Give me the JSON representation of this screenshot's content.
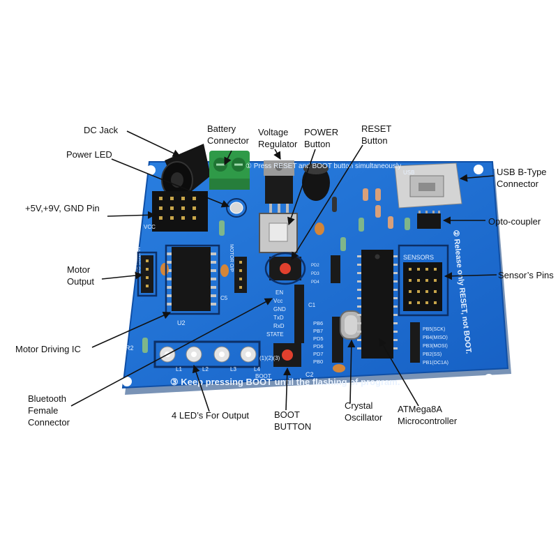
{
  "labels": {
    "dc_jack": "DC Jack",
    "power_led": "Power LED",
    "battery_connector": [
      "Battery",
      "Connector"
    ],
    "voltage_regulator": [
      "Voltage",
      "Regulator"
    ],
    "power_button": [
      "POWER",
      "Button"
    ],
    "reset_button": [
      "RESET",
      "Button"
    ],
    "usb_connector": [
      "USB B-Type",
      "Connector"
    ],
    "opto_coupler": "Opto-coupler",
    "power_pins": "+5V,+9V, GND Pin",
    "motor_output": [
      "Motor",
      "Output"
    ],
    "sensor_pins": "Sensor’s Pins",
    "motor_ic": "Motor Driving IC",
    "bluetooth": [
      "Bluetooth",
      "Female",
      "Connector"
    ],
    "leds_output": "4 LED’s For Output",
    "boot_button": [
      "BOOT",
      "BUTTON"
    ],
    "crystal": [
      "Crystal",
      "Oscillator"
    ],
    "mcu": [
      "ATMega8A",
      "Microcontroller"
    ]
  },
  "silkscreen": {
    "bottom_text": "③ Keep pressing BOOT until the flashing of program.",
    "right_text": "② Release only RESET, not BOOT.",
    "top_text": "① Press RESET and BOOT button simultaneously",
    "vcc": "VCC",
    "bt_pins": [
      "EN",
      "Vcc",
      "GND",
      "TxD",
      "RxD",
      "STATE"
    ],
    "port_pins": [
      "PB6",
      "PB7",
      "PD5",
      "PD6",
      "PD7",
      "PB0"
    ],
    "port_pins_top": [
      "PD2",
      "PD3",
      "PD4"
    ],
    "prog_pins": [
      "PB5(SCK)",
      "PB4(MISO)",
      "PB3(MOSI)",
      "PB2(SS)",
      "PB1(OC1A)"
    ],
    "sensors": "SENSORS",
    "usb": "USB",
    "boot": "BOOT",
    "u2": "U2",
    "r2": "R2",
    "c2": "C2",
    "c5": "C5",
    "c1": "C1",
    "led_nums": "(1)(2)(3)",
    "motor1": "MOTOR O/P",
    "motor2": "MOTOR O/P",
    "leds": [
      "L1",
      "L2",
      "L3",
      "L4"
    ]
  },
  "colors": {
    "board": "#1e6fd0",
    "board_dark": "#0f4fa6",
    "silk": "#e8f2ff",
    "ic_black": "#161616",
    "header_black": "#1a1a1a",
    "terminal_green": "#2f9a48"
  }
}
